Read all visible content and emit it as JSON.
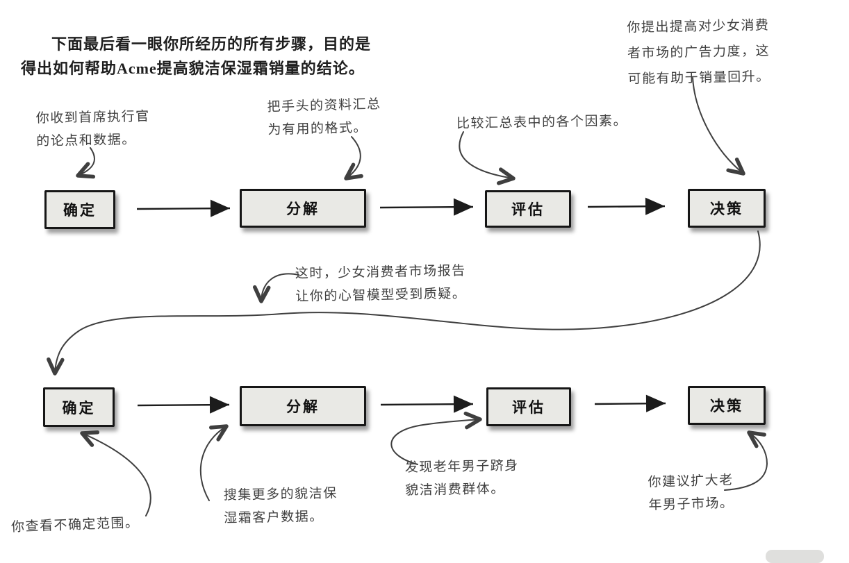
{
  "page": {
    "intro": "下面最后看一眼你所经历的所有步骤，目的是得出如何帮助Acme提高貌洁保湿霜销量的结论。"
  },
  "process_rows": [
    {
      "name": "first-pass",
      "steps": [
        "确定",
        "分解",
        "评估",
        "决策"
      ]
    },
    {
      "name": "second-pass",
      "steps": [
        "确定",
        "分解",
        "评估",
        "决策"
      ]
    }
  ],
  "annotations": {
    "ceo_claims": "你收到首席执行官\n的论点和数据。",
    "summarize_data": "把手头的资料汇总\n为有用的格式。",
    "compare_factors": "比较汇总表中的各个因素。",
    "teen_ad_proposal": "你提出提高对少女消费\n者市场的广告力度，这\n可能有助于销量回升。",
    "mental_model_challenged": "这时，少女消费者市场报告\n让你的心智模型受到质疑。",
    "uncertainty_range": "你查看不确定范围。",
    "collect_more_data": "搜集更多的貌洁保\n湿霜客户数据。",
    "old_men_discovery": "发现老年男子跻身\n貌洁消费群体。",
    "expand_old_men_market": "你建议扩大老\n年男子市场。"
  },
  "colors": {
    "paper": "#ffffff",
    "box_fill": "#e9e9e5",
    "box_border": "#161616",
    "print_ink": "#1e1e1e",
    "hand_ink": "#3f3f3f",
    "flow_ink": "#1c1c1c"
  }
}
